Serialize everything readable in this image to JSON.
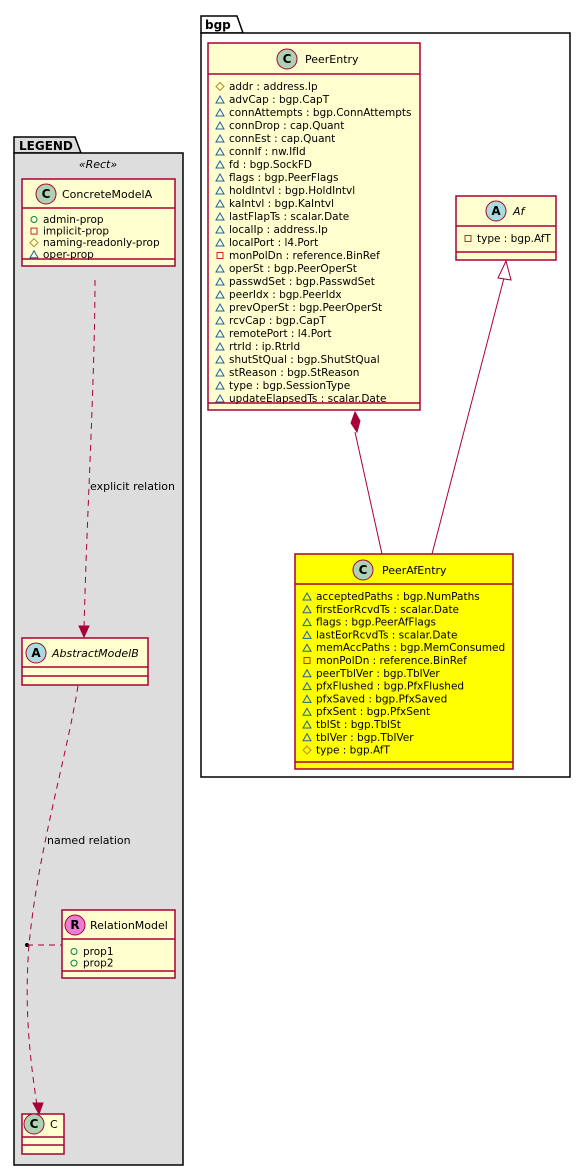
{
  "packages": {
    "legend": {
      "name": "LEGEND",
      "stereotype": "«Rect»"
    },
    "bgp": {
      "name": "bgp"
    }
  },
  "colors": {
    "border": "#A80036",
    "class_fill": "#FEFECE",
    "highlight_fill": "#FFFF00",
    "legend_fill": "#DDDDDD",
    "class_badge": "#ADD1B2",
    "abstract_badge": "#A9DCDF",
    "relation_badge": "#EB7BD3"
  },
  "legend": {
    "concrete": {
      "badge": "C",
      "name": "ConcreteModelA",
      "attributes": [
        {
          "vis": "public",
          "text": "admin-prop"
        },
        {
          "vis": "private",
          "text": "implicit-prop"
        },
        {
          "vis": "protected",
          "text": "naming-readonly-prop"
        },
        {
          "vis": "package",
          "text": "oper-prop"
        }
      ]
    },
    "explicit_label": "explicit relation",
    "abstract": {
      "badge": "A",
      "name": "AbstractModelB"
    },
    "named_label": "named relation",
    "relation": {
      "badge": "R",
      "name": "RelationModel",
      "attributes": [
        {
          "vis": "public",
          "text": "prop1"
        },
        {
          "vis": "public",
          "text": "prop2"
        }
      ]
    },
    "c": {
      "badge": "C",
      "name": "C"
    }
  },
  "bgp": {
    "peer_entry": {
      "badge": "C",
      "name": "PeerEntry",
      "attributes": [
        {
          "vis": "protected",
          "text": "addr : address.Ip"
        },
        {
          "vis": "package",
          "text": "advCap : bgp.CapT"
        },
        {
          "vis": "package",
          "text": "connAttempts : bgp.ConnAttempts"
        },
        {
          "vis": "package",
          "text": "connDrop : cap.Quant"
        },
        {
          "vis": "package",
          "text": "connEst : cap.Quant"
        },
        {
          "vis": "package",
          "text": "connIf : nw.IfId"
        },
        {
          "vis": "package",
          "text": "fd : bgp.SockFD"
        },
        {
          "vis": "package",
          "text": "flags : bgp.PeerFlags"
        },
        {
          "vis": "package",
          "text": "holdIntvl : bgp.HoldIntvl"
        },
        {
          "vis": "package",
          "text": "kaIntvl : bgp.KaIntvl"
        },
        {
          "vis": "package",
          "text": "lastFlapTs : scalar.Date"
        },
        {
          "vis": "package",
          "text": "localIp : address.Ip"
        },
        {
          "vis": "package",
          "text": "localPort : l4.Port"
        },
        {
          "vis": "private",
          "text": "monPolDn : reference.BinRef"
        },
        {
          "vis": "package",
          "text": "operSt : bgp.PeerOperSt"
        },
        {
          "vis": "package",
          "text": "passwdSet : bgp.PasswdSet"
        },
        {
          "vis": "package",
          "text": "peerIdx : bgp.PeerIdx"
        },
        {
          "vis": "package",
          "text": "prevOperSt : bgp.PeerOperSt"
        },
        {
          "vis": "package",
          "text": "rcvCap : bgp.CapT"
        },
        {
          "vis": "package",
          "text": "remotePort : l4.Port"
        },
        {
          "vis": "package",
          "text": "rtrId : ip.RtrId"
        },
        {
          "vis": "package",
          "text": "shutStQual : bgp.ShutStQual"
        },
        {
          "vis": "package",
          "text": "stReason : bgp.StReason"
        },
        {
          "vis": "package",
          "text": "type : bgp.SessionType"
        },
        {
          "vis": "package",
          "text": "updateElapsedTs : scalar.Date"
        }
      ]
    },
    "af": {
      "badge": "A",
      "name": "Af",
      "attributes": [
        {
          "vis": "private",
          "text": "type : bgp.AfT"
        }
      ]
    },
    "peer_af_entry": {
      "badge": "C",
      "name": "PeerAfEntry",
      "attributes": [
        {
          "vis": "package",
          "text": "acceptedPaths : bgp.NumPaths"
        },
        {
          "vis": "package",
          "text": "firstEorRcvdTs : scalar.Date"
        },
        {
          "vis": "package",
          "text": "flags : bgp.PeerAfFlags"
        },
        {
          "vis": "package",
          "text": "lastEorRcvdTs : scalar.Date"
        },
        {
          "vis": "package",
          "text": "memAccPaths : bgp.MemConsumed"
        },
        {
          "vis": "private",
          "text": "monPolDn : reference.BinRef"
        },
        {
          "vis": "package",
          "text": "peerTblVer : bgp.TblVer"
        },
        {
          "vis": "package",
          "text": "pfxFlushed : bgp.PfxFlushed"
        },
        {
          "vis": "package",
          "text": "pfxSaved : bgp.PfxSaved"
        },
        {
          "vis": "package",
          "text": "pfxSent : bgp.PfxSent"
        },
        {
          "vis": "package",
          "text": "tblSt : bgp.TblSt"
        },
        {
          "vis": "package",
          "text": "tblVer : bgp.TblVer"
        },
        {
          "vis": "protected",
          "text": "type : bgp.AfT"
        }
      ]
    }
  }
}
